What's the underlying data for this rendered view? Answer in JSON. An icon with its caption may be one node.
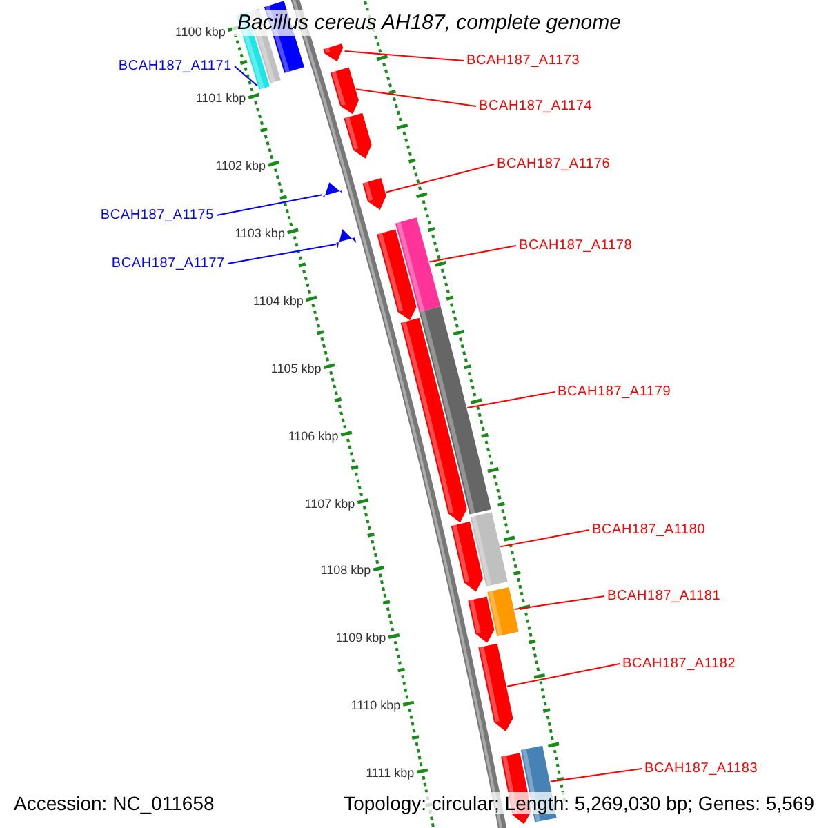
{
  "diagram": {
    "title": "Bacillus cereus AH187, complete genome",
    "nodes": [
      {
        "text": [
          "BCAH187_A1171"
        ]
      },
      {
        "text": [
          "BCAH187_A1173"
        ]
      },
      {
        "text": [
          "BCAH187_A1174"
        ]
      },
      {
        "text": [
          "BCAH187_A1175"
        ]
      },
      {
        "text": [
          "BCAH187_A1176"
        ]
      },
      {
        "text": [
          "BCAH187_A1177"
        ]
      },
      {
        "text": [
          "BCAH187_A1178"
        ]
      },
      {
        "text": [
          "BCAH187_A1179"
        ]
      },
      {
        "text": [
          "BCAH187_A1180"
        ]
      },
      {
        "text": [
          "BCAH187_A1181"
        ]
      },
      {
        "text": [
          "BCAH187_A1182"
        ]
      },
      {
        "text": [
          "BCAH187_A1183"
        ]
      },
      {
        "text": [],
        "shape": "bar"
      },
      {
        "text": [],
        "shape": "bar"
      },
      {
        "text": [],
        "shape": "bar"
      },
      {
        "text": [],
        "shape": "pentagon"
      },
      {
        "text": [],
        "shape": "pentagon"
      },
      {
        "text": [],
        "shape": "pentagon"
      },
      {
        "text": [],
        "shape": "pentagon"
      },
      {
        "text": [],
        "shape": "pentagon"
      },
      {
        "text": [],
        "shape": "pentagon"
      },
      {
        "text": [],
        "shape": "bar"
      },
      {
        "text": [],
        "shape": "pentagon"
      },
      {
        "text": [],
        "shape": "bar"
      },
      {
        "text": [],
        "shape": "pentagon"
      },
      {
        "text": [],
        "shape": "bar"
      },
      {
        "text": [],
        "shape": "pentagon"
      },
      {
        "text": [],
        "shape": "bar"
      },
      {
        "text": [],
        "shape": "pentagon"
      },
      {
        "text": [],
        "shape": "pentagon"
      },
      {
        "text": [],
        "shape": "pentagon"
      },
      {
        "text": [],
        "shape": "bar"
      }
    ],
    "edges": [
      {
        "from": 0,
        "to": 12,
        "arrow": "none",
        "color": "#0000ff"
      },
      {
        "from": 1,
        "to": 15,
        "arrow": "none"
      },
      {
        "from": 2,
        "to": 16,
        "arrow": "none"
      },
      {
        "from": 3,
        "to": 18,
        "arrow": "none",
        "color": "#0000ff"
      },
      {
        "from": 4,
        "to": 19,
        "arrow": "none"
      },
      {
        "from": 5,
        "to": 20,
        "arrow": "none",
        "color": "#0000ff"
      },
      {
        "from": 6,
        "to": 21,
        "arrow": "none"
      },
      {
        "from": 7,
        "to": 23,
        "arrow": "none"
      },
      {
        "from": 8,
        "to": 25,
        "arrow": "none"
      },
      {
        "from": 9,
        "to": 27,
        "arrow": "none"
      },
      {
        "from": 10,
        "to": 29,
        "arrow": "none"
      },
      {
        "from": 11,
        "to": 31,
        "arrow": "none"
      }
    ],
    "labels": [
      "1100 kbp",
      "1101 kbp",
      "1102 kbp",
      "1103 kbp",
      "1104 kbp",
      "1105 kbp",
      "1106 kbp",
      "1107 kbp",
      "1108 kbp",
      "1109 kbp",
      "1110 kbp",
      "1111 kbp",
      "Accession: NC_011658",
      "Topology: circular; Length: 5,269,030 bp; Genes: 5,569"
    ]
  }
}
